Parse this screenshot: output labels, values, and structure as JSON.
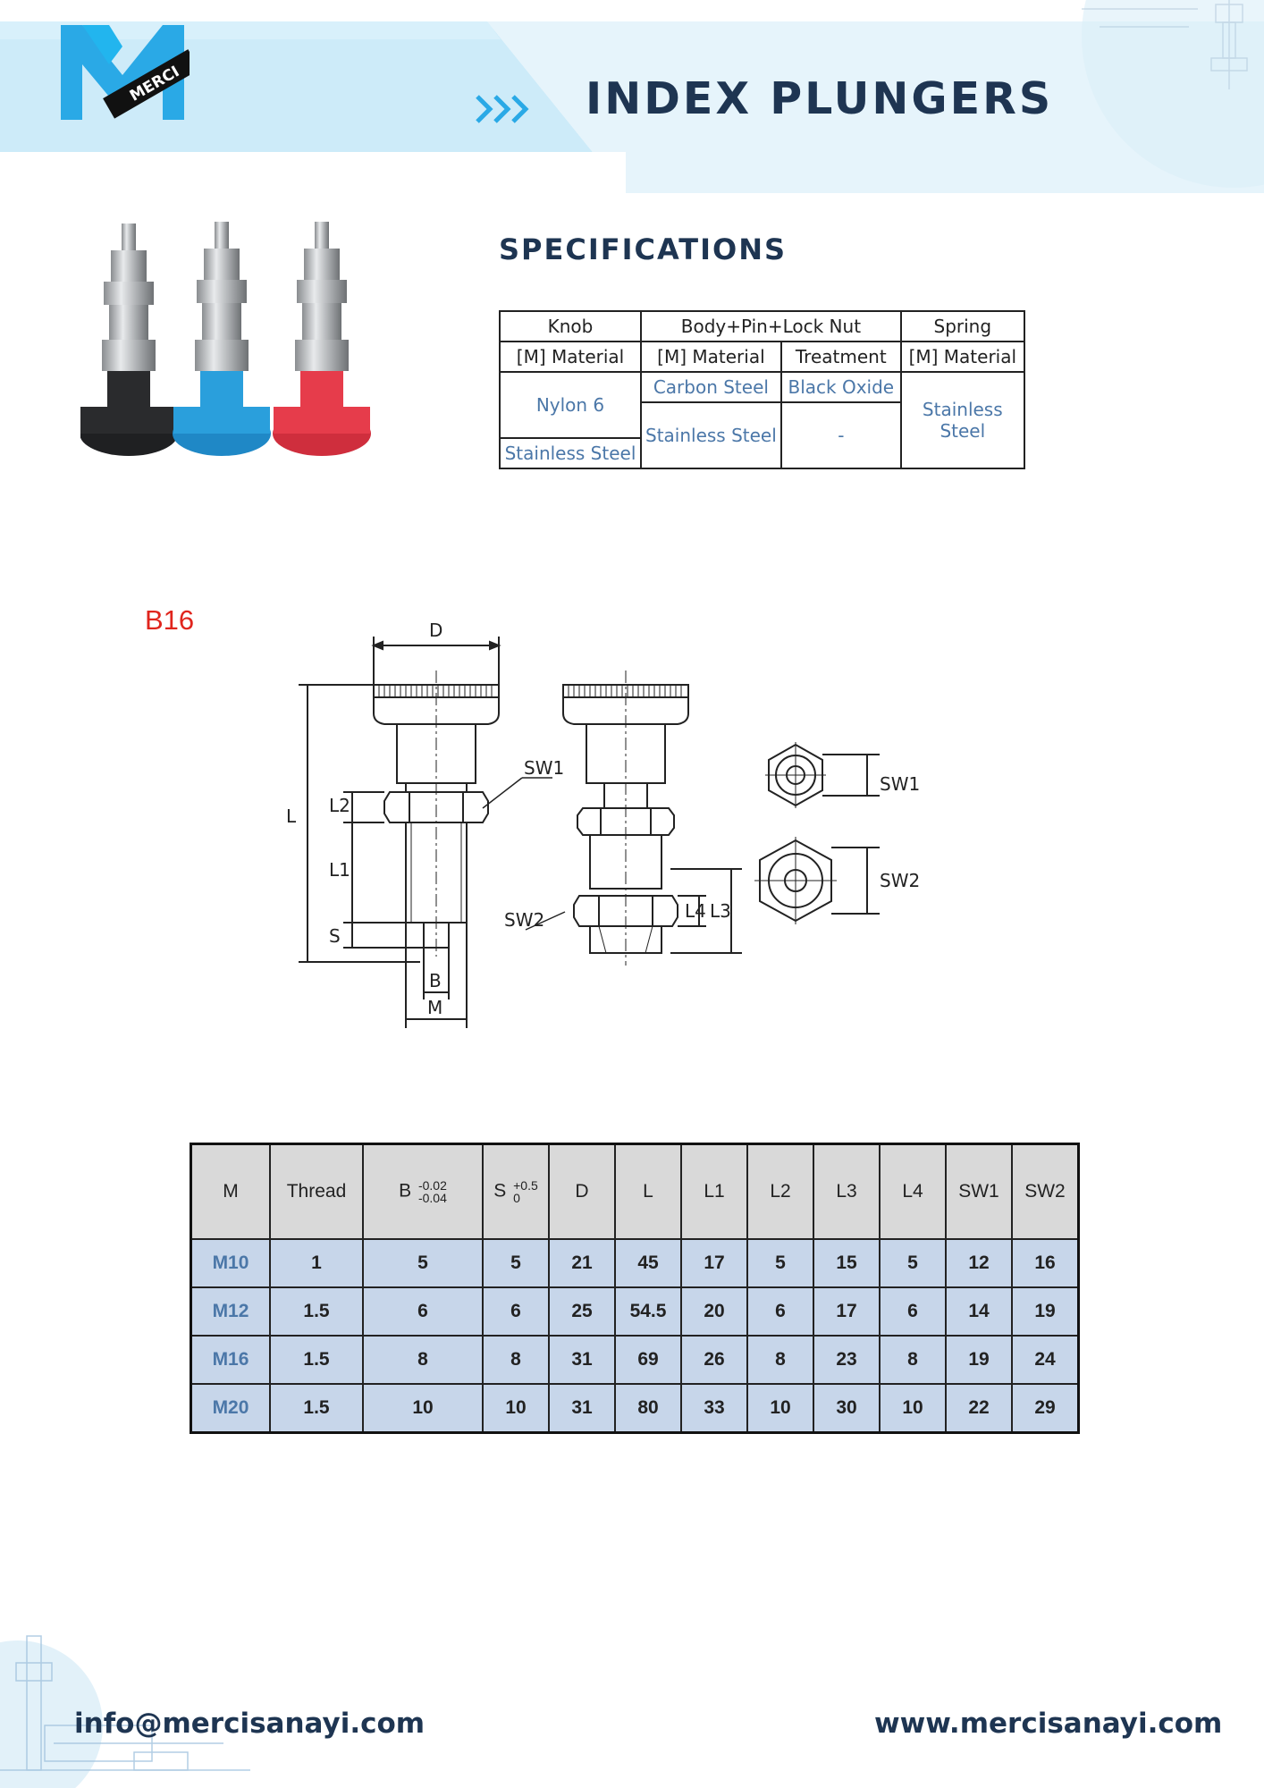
{
  "header": {
    "logo_text": "MERCI",
    "title": "INDEX PLUNGERS"
  },
  "colors": {
    "navy": "#1e3552",
    "light_blue": "#dff1fb",
    "accent_blue": "#2aa9e6",
    "spec_value_blue": "#4b77a8",
    "model_red": "#e0251d",
    "table_header_gray": "#d9d9d9",
    "table_cell_blue": "#c7d6ea"
  },
  "specifications": {
    "heading": "SPECIFICATIONS",
    "group_headers": [
      "Knob",
      "Body+Pin+Lock Nut",
      "Spring"
    ],
    "sub_headers": [
      "[M] Material",
      "[M] Material",
      "Treatment",
      "[M] Material"
    ],
    "knob_material": "Nylon 6",
    "knob_material_2": "Stainless Steel",
    "body_material_1": "Carbon Steel",
    "body_treatment_1": "Black Oxide",
    "body_material_2": "Stainless Steel",
    "body_treatment_2": "-",
    "spring_material": "Stainless Steel"
  },
  "product_photo": {
    "description_colors": [
      "black",
      "blue",
      "red"
    ]
  },
  "drawing": {
    "model": "B16",
    "labels": {
      "D": "D",
      "L": "L",
      "L1": "L1",
      "L2": "L2",
      "L3": "L3",
      "L4": "L4",
      "S": "S",
      "B": "B",
      "M": "M",
      "SW1": "SW1",
      "SW2": "SW2"
    }
  },
  "dimensions_table": {
    "headers": [
      "M",
      "Thread",
      "B",
      "S",
      "D",
      "L",
      "L1",
      "L2",
      "L3",
      "L4",
      "SW1",
      "SW2"
    ],
    "b_tolerance": [
      "-0.02",
      "-0.04"
    ],
    "s_tolerance": [
      "+0.5",
      "0"
    ],
    "rows": [
      [
        "M10",
        "1",
        "5",
        "5",
        "21",
        "45",
        "17",
        "5",
        "15",
        "5",
        "12",
        "16"
      ],
      [
        "M12",
        "1.5",
        "6",
        "6",
        "25",
        "54.5",
        "20",
        "6",
        "17",
        "6",
        "14",
        "19"
      ],
      [
        "M16",
        "1.5",
        "8",
        "8",
        "31",
        "69",
        "26",
        "8",
        "23",
        "8",
        "19",
        "24"
      ],
      [
        "M20",
        "1.5",
        "10",
        "10",
        "31",
        "80",
        "33",
        "10",
        "30",
        "10",
        "22",
        "29"
      ]
    ]
  },
  "footer": {
    "email": "info@mercisanayi.com",
    "website": "www.mercisanayi.com"
  }
}
